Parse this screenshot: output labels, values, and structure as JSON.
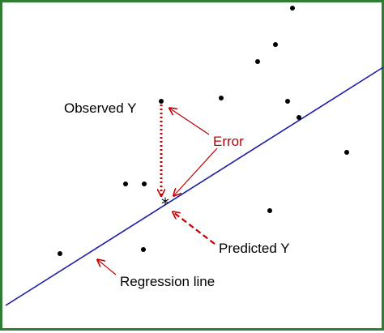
{
  "labels": {
    "observed": "Observed Y",
    "error": "Error",
    "predicted": "Predicted Y",
    "regression": "Regression line"
  },
  "icons": {
    "predicted_marker": "star",
    "arrows": "arrowhead"
  },
  "colors": {
    "frame": "#2e7d32",
    "regression_line": "#1a1aa6",
    "annotation": "#c00000",
    "points": "#000000"
  }
}
